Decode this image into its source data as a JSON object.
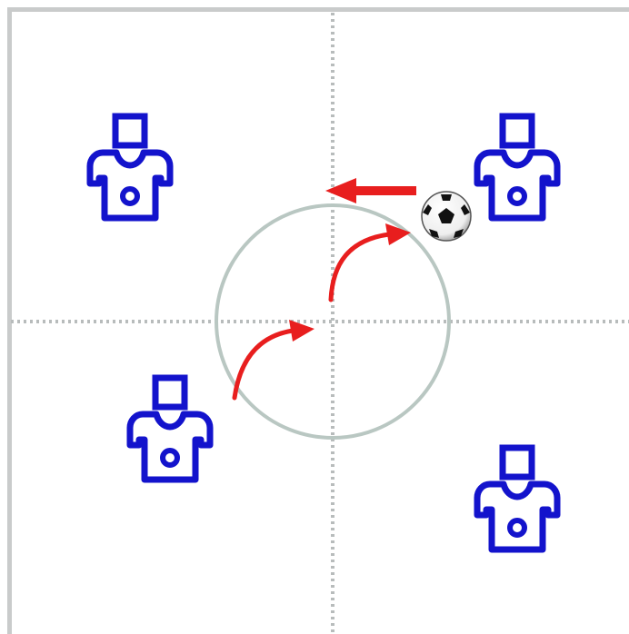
{
  "colors": {
    "background": "#ffffff",
    "field_border": "#c9cbcb",
    "divider_lines": "#b8bcbc",
    "center_circle": "#b9c7c2",
    "player": "#1313cc",
    "arrow": "#e81e1e",
    "ball_light": "#ffffff",
    "ball_dark": "#111111"
  },
  "elements": {
    "players": [
      {
        "id": "player-top-left",
        "icon": "player-shirt-icon"
      },
      {
        "id": "player-top-right",
        "icon": "player-shirt-icon"
      },
      {
        "id": "player-bottom-left",
        "icon": "player-shirt-icon"
      },
      {
        "id": "player-bottom-right",
        "icon": "player-shirt-icon"
      }
    ],
    "ball": {
      "icon": "soccer-ball-icon"
    },
    "arrows": [
      {
        "id": "pass-arrow-left",
        "style": "straight"
      },
      {
        "id": "run-arrow-center-upper",
        "style": "curved"
      },
      {
        "id": "run-arrow-center-lower",
        "style": "curved"
      }
    ]
  }
}
